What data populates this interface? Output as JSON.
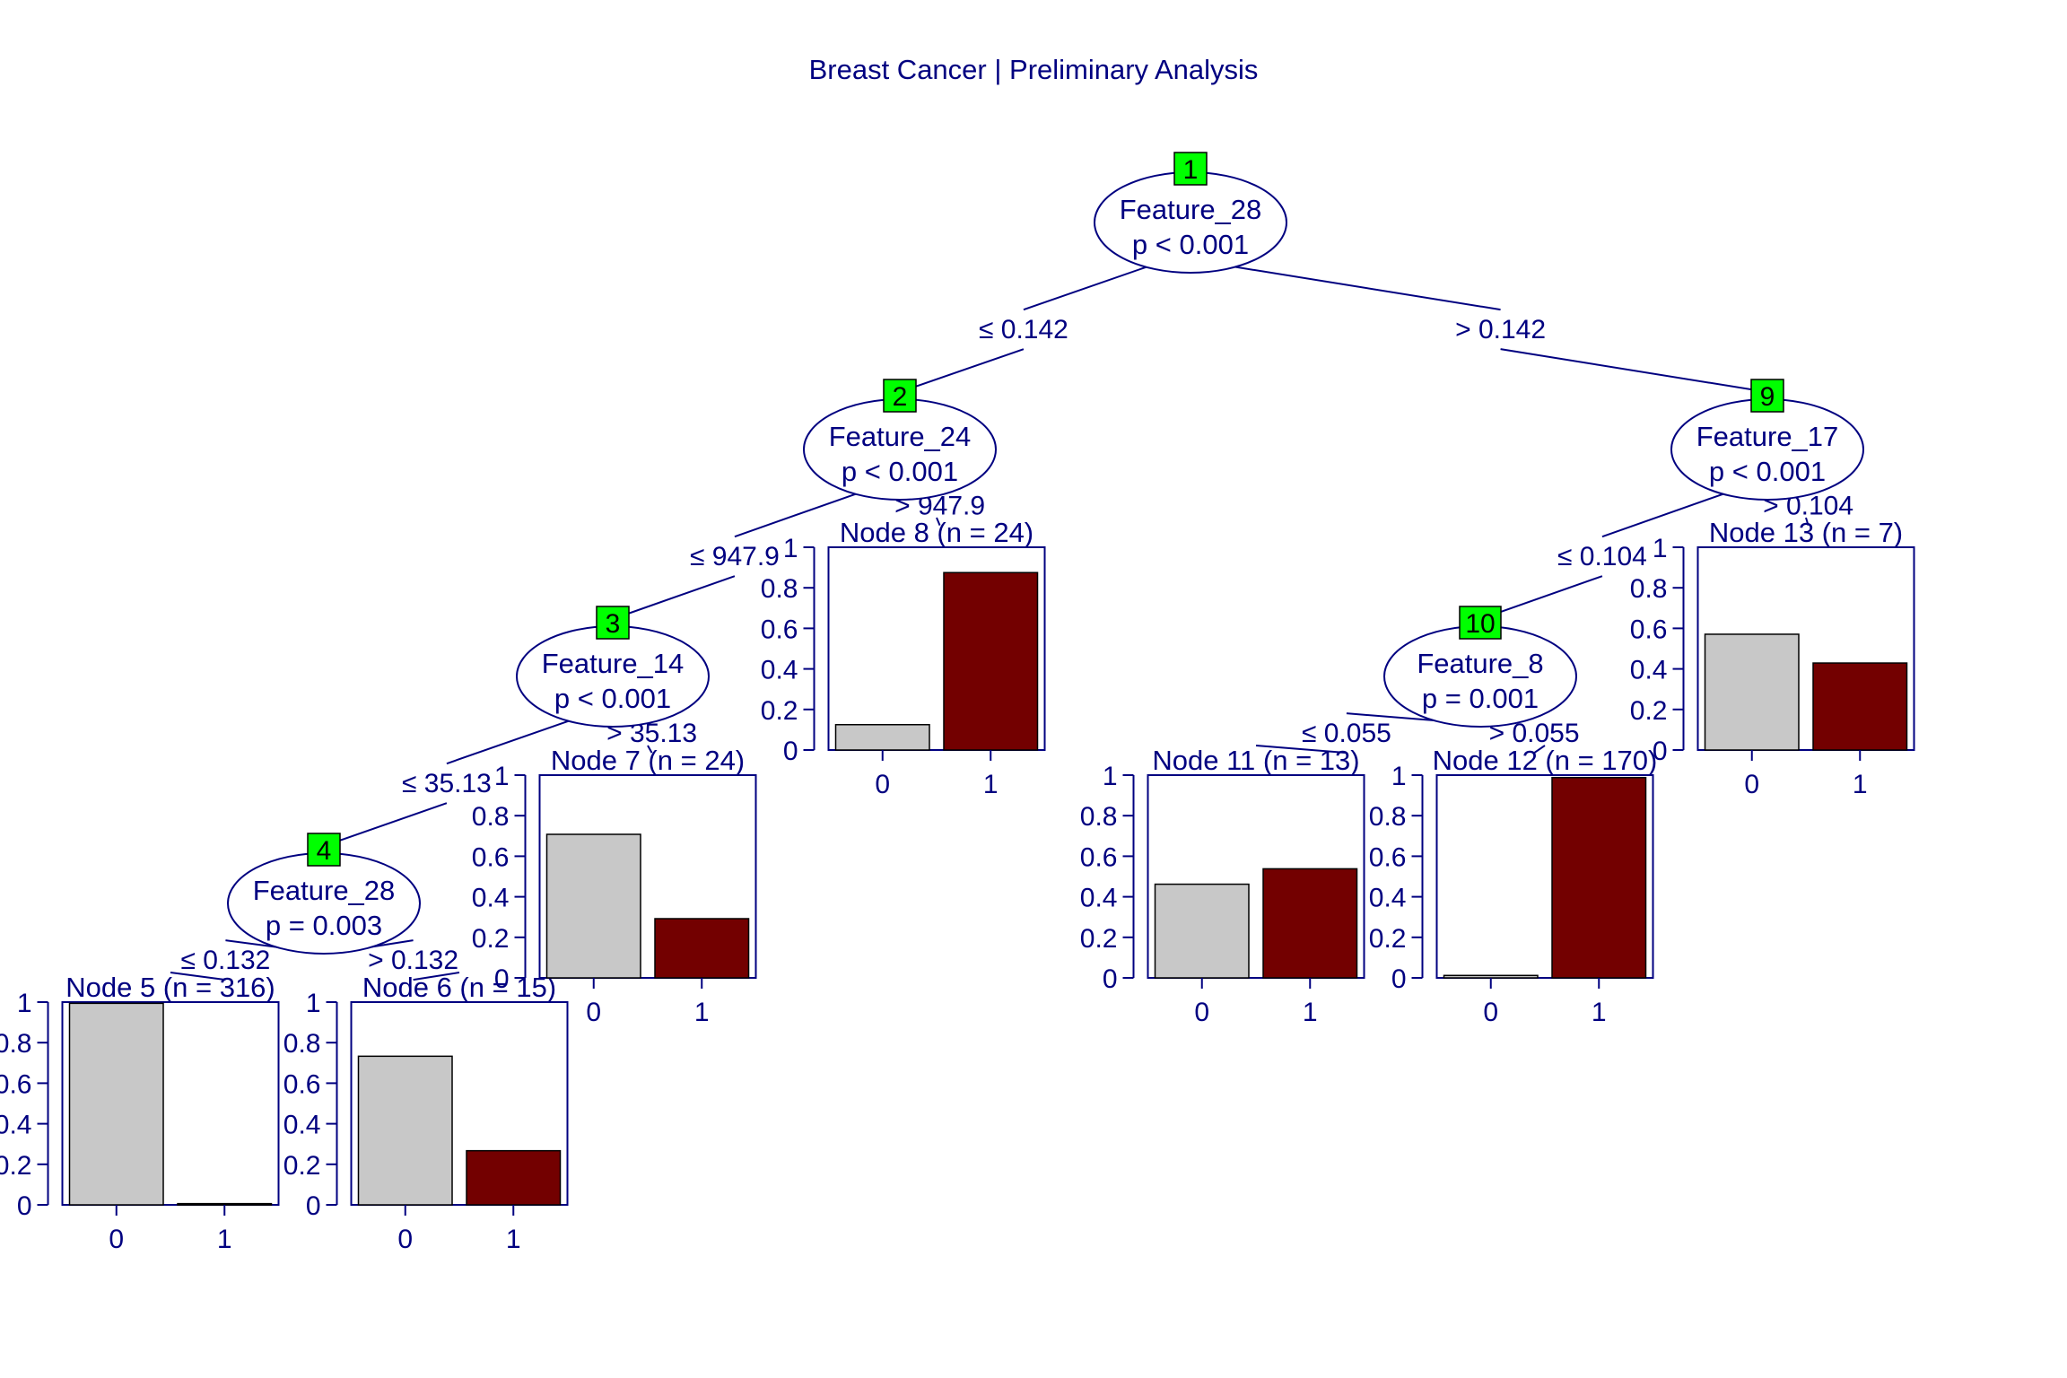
{
  "title": "Breast Cancer | Preliminary Analysis",
  "colors": {
    "ink": "#000080",
    "id_box": "#00ff00",
    "bar_class_0": "#c8c8c8",
    "bar_class_1": "#730000",
    "bar_outline": "#000000"
  },
  "inner_nodes": [
    {
      "id": "1",
      "variable": "Feature_28",
      "pvalue": "p < 0.001"
    },
    {
      "id": "2",
      "variable": "Feature_24",
      "pvalue": "p < 0.001"
    },
    {
      "id": "3",
      "variable": "Feature_14",
      "pvalue": "p < 0.001"
    },
    {
      "id": "4",
      "variable": "Feature_28",
      "pvalue": "p = 0.003"
    },
    {
      "id": "9",
      "variable": "Feature_17",
      "pvalue": "p < 0.001"
    },
    {
      "id": "10",
      "variable": "Feature_8",
      "pvalue": "p = 0.001"
    }
  ],
  "edges": [
    {
      "from": "1",
      "to": "2",
      "label": "≤ 0.142"
    },
    {
      "from": "1",
      "to": "9",
      "label": "> 0.142"
    },
    {
      "from": "2",
      "to": "3",
      "label": "≤ 947.9"
    },
    {
      "from": "2",
      "to": "8",
      "label": "> 947.9"
    },
    {
      "from": "3",
      "to": "4",
      "label": "≤ 35.13"
    },
    {
      "from": "3",
      "to": "7",
      "label": "> 35.13"
    },
    {
      "from": "4",
      "to": "5",
      "label": "≤ 0.132"
    },
    {
      "from": "4",
      "to": "6",
      "label": "> 0.132"
    },
    {
      "from": "9",
      "to": "10",
      "label": "≤ 0.104"
    },
    {
      "from": "9",
      "to": "13",
      "label": "> 0.104"
    },
    {
      "from": "10",
      "to": "11",
      "label": "≤ 0.055"
    },
    {
      "from": "10",
      "to": "12",
      "label": "> 0.055"
    }
  ],
  "terminal_nodes": [
    {
      "id": "5",
      "title": "Node 5 (n = 316)",
      "categories": [
        "0",
        "1"
      ],
      "values": [
        0.994,
        0.006
      ]
    },
    {
      "id": "6",
      "title": "Node 6 (n = 15)",
      "categories": [
        "0",
        "1"
      ],
      "values": [
        0.733,
        0.267
      ]
    },
    {
      "id": "7",
      "title": "Node 7 (n = 24)",
      "categories": [
        "0",
        "1"
      ],
      "values": [
        0.708,
        0.292
      ]
    },
    {
      "id": "8",
      "title": "Node 8 (n = 24)",
      "categories": [
        "0",
        "1"
      ],
      "values": [
        0.125,
        0.875
      ]
    },
    {
      "id": "11",
      "title": "Node 11 (n = 13)",
      "categories": [
        "0",
        "1"
      ],
      "values": [
        0.462,
        0.538
      ]
    },
    {
      "id": "12",
      "title": "Node 12 (n = 170)",
      "categories": [
        "0",
        "1"
      ],
      "values": [
        0.012,
        0.988
      ]
    },
    {
      "id": "13",
      "title": "Node 13 (n = 7)",
      "categories": [
        "0",
        "1"
      ],
      "values": [
        0.571,
        0.429
      ]
    }
  ],
  "y_axis": {
    "ticks": [
      "0",
      "0.2",
      "0.4",
      "0.6",
      "0.8",
      "1"
    ],
    "ylim": [
      0,
      1
    ]
  }
}
